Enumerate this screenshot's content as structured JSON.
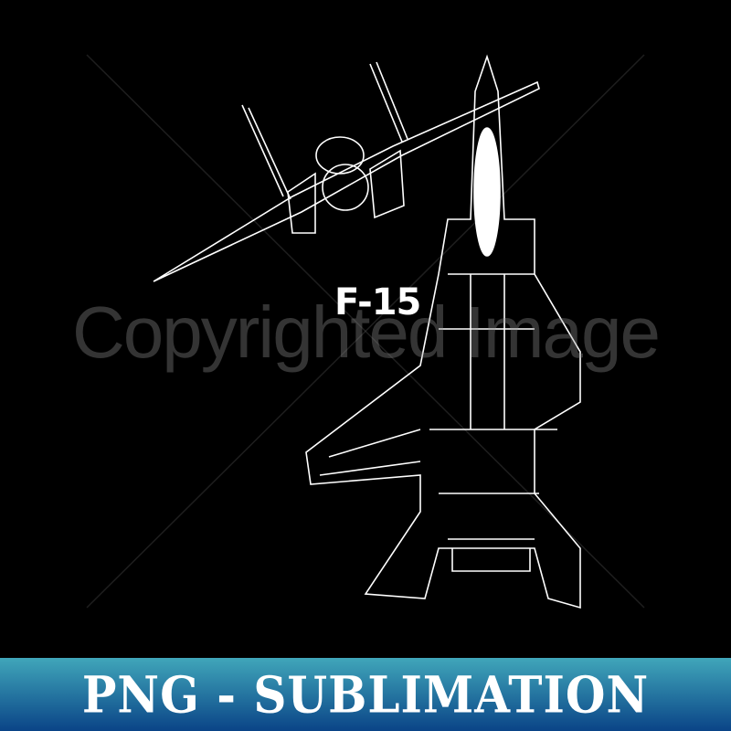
{
  "artwork": {
    "title": "F-15",
    "watermark": "Copyrighted Image",
    "line_color": "#ffffff",
    "background_color": "#000000"
  },
  "banner": {
    "label": "PNG - SUBLIMATION",
    "gradient_top": "#40a6ba",
    "gradient_bottom": "#0a4487"
  }
}
